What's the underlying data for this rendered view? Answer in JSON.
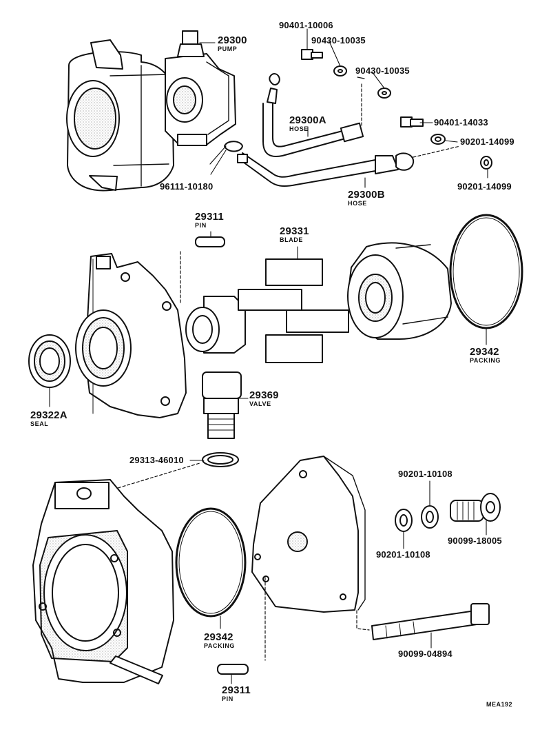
{
  "diagram_code": "MEA192",
  "colors": {
    "ink": "#111111",
    "paper": "#ffffff",
    "stipple": "#8a8a8a"
  },
  "labels": [
    {
      "id": "pump",
      "part_no": "29300",
      "name": "PUMP"
    },
    {
      "id": "bolt-top",
      "part_no": "90401-10006"
    },
    {
      "id": "washer-a",
      "part_no": "90430-10035"
    },
    {
      "id": "washer-b",
      "part_no": "90430-10035"
    },
    {
      "id": "hose-a",
      "part_no": "29300A",
      "name": "HOSE"
    },
    {
      "id": "bolt-right",
      "part_no": "90401-14033"
    },
    {
      "id": "gasket-a",
      "part_no": "90201-14099"
    },
    {
      "id": "gasket-b",
      "part_no": "90201-14099"
    },
    {
      "id": "clip",
      "part_no": "96111-10180"
    },
    {
      "id": "hose-b",
      "part_no": "29300B",
      "name": "HOSE"
    },
    {
      "id": "pin-top",
      "part_no": "29311",
      "name": "PIN"
    },
    {
      "id": "blade",
      "part_no": "29331",
      "name": "BLADE"
    },
    {
      "id": "packing-right",
      "part_no": "29342",
      "name": "PACKING"
    },
    {
      "id": "valve",
      "part_no": "29369",
      "name": "VALVE"
    },
    {
      "id": "seal",
      "part_no": "29322A",
      "name": "SEAL"
    },
    {
      "id": "oring-small",
      "part_no": "29313-46010"
    },
    {
      "id": "gasket-c",
      "part_no": "90201-10108"
    },
    {
      "id": "union-bolt",
      "part_no": "90099-18005"
    },
    {
      "id": "gasket-d",
      "part_no": "90201-10108"
    },
    {
      "id": "packing-lower",
      "part_no": "29342",
      "name": "PACKING"
    },
    {
      "id": "long-bolt",
      "part_no": "90099-04894"
    },
    {
      "id": "pin-bottom",
      "part_no": "29311",
      "name": "PIN"
    }
  ]
}
